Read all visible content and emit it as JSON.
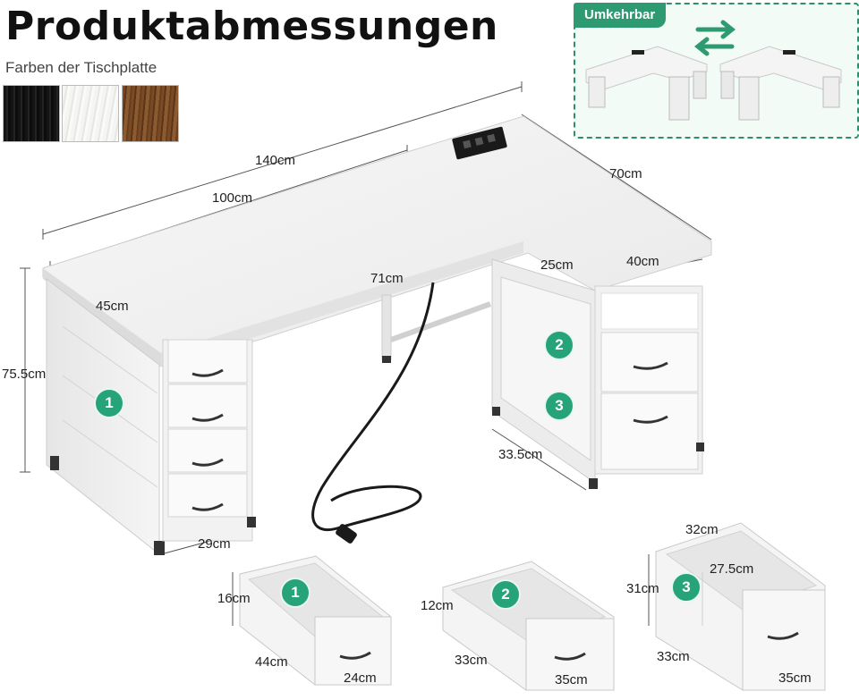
{
  "header": {
    "title": "Produktabmessungen",
    "subtitle": "Farben der Tischplatte"
  },
  "colors": {
    "accent": "#2e9a72",
    "swatches": [
      "#111111",
      "#f2f2f0",
      "#7a4a25"
    ]
  },
  "reversible": {
    "label": "Umkehrbar",
    "icon": "swap-arrows-icon"
  },
  "dimensions": {
    "length_total": "140cm",
    "length_main": "100cm",
    "depth_side": "70cm",
    "depth_main": "45cm",
    "height": "75.5cm",
    "inner_width": "71cm",
    "side_top": "25cm",
    "side_width": "40cm",
    "cabinet_width": "29cm",
    "side_cabinet_depth": "33.5cm"
  },
  "drawers": [
    {
      "number": "1",
      "height": "16cm",
      "depth": "44cm",
      "width": "24cm"
    },
    {
      "number": "2",
      "height": "12cm",
      "depth": "33cm",
      "width": "35cm"
    },
    {
      "number": "3",
      "height": "31cm",
      "depth": "33cm",
      "width": "35cm",
      "top_width": "32cm",
      "divider": "27.5cm"
    }
  ],
  "badges": [
    "1",
    "2",
    "3"
  ]
}
